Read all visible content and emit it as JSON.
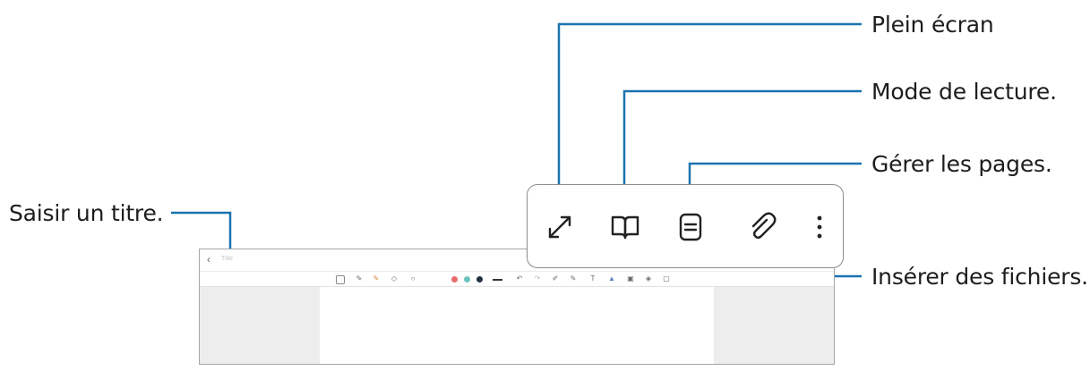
{
  "callouts": {
    "fullscreen": "Plein écran",
    "reading_mode": "Mode de lecture.",
    "manage_pages": "Gérer les pages.",
    "insert_files": "Insérer des fichiers.",
    "enter_title": "Saisir un titre."
  },
  "screen": {
    "back_glyph": "‹",
    "title_placeholder": "Title"
  },
  "colors": {
    "leader_line": "#1a73b0",
    "pen_red": "#e86a6a",
    "pen_teal": "#6cc3bd",
    "pen_dark": "#233040"
  },
  "toolbar_icons": [
    "keyboard-icon",
    "pen-icon",
    "highlighter-icon",
    "eraser-icon",
    "lasso-icon",
    "red-color",
    "teal-color",
    "dark-color",
    "line-width-icon",
    "undo-icon",
    "redo-icon",
    "pen-settings-icon",
    "handwriting-icon",
    "text-icon",
    "tint-icon",
    "image-icon",
    "shape-icon",
    "insert-icon"
  ],
  "zoom_toolbar_icons": [
    "fullscreen-icon",
    "reading-mode-icon",
    "page-manage-icon",
    "attachment-icon",
    "more-options-icon"
  ]
}
